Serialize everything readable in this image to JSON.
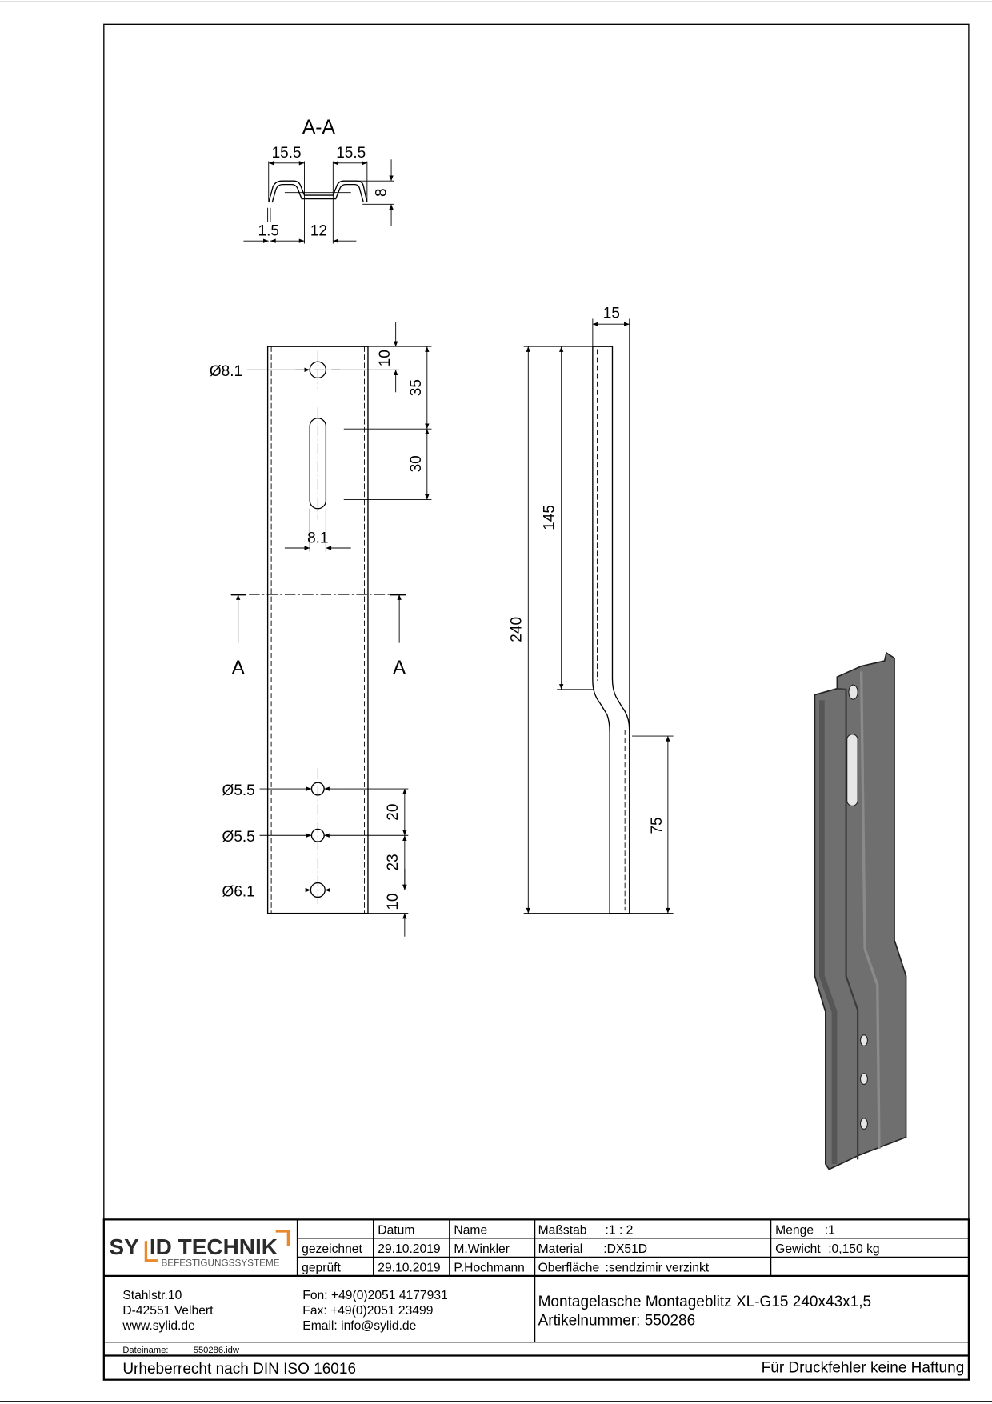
{
  "drawing": {
    "section_title": "A-A",
    "section_view": {
      "w_left": "15.5",
      "w_right": "15.5",
      "thickness": "1.5",
      "center_width": "12",
      "height": "8"
    },
    "front_view": {
      "hole_top": "Ø8.1",
      "dim_top_edge": "10",
      "dim_to_slot": "35",
      "dim_slot_len": "30",
      "slot_width": "8.1",
      "section_marker_left": "A",
      "section_marker_right": "A",
      "hole_1": "Ø5.5",
      "hole_2": "Ø5.5",
      "hole_3": "Ø6.1",
      "dim_h1_h2": "20",
      "dim_h2_h3": "23",
      "dim_bottom": "10"
    },
    "side_view": {
      "offset": "15",
      "upper_len": "145",
      "total_len": "240",
      "lower_len": "75"
    }
  },
  "title_block": {
    "logo": {
      "brand": "SYLID TECHNIK",
      "brand_left": "SY",
      "brand_right": "ID TECHNIK",
      "tagline": "BEFESTIGUNGSSYSTEME",
      "accent": "#e8892e"
    },
    "header": {
      "datum": "Datum",
      "name": "Name"
    },
    "rows": [
      {
        "label": "gezeichnet",
        "date": "29.10.2019",
        "name": "M.Winkler"
      },
      {
        "label": "geprüft",
        "date": "29.10.2019",
        "name": "P.Hochmann"
      }
    ],
    "props": {
      "scale_label": "Maßstab",
      "scale_value": ":1 : 2",
      "material_label": "Material",
      "material_value": ":DX51D",
      "surface_label": "Oberfläche",
      "surface_value": ":sendzimir verzinkt",
      "qty_label": "Menge",
      "qty_value": ":1",
      "weight_label": "Gewicht",
      "weight_value": ":0,150 kg"
    },
    "address": [
      "Stahlstr.10",
      "D-42551 Velbert",
      "www.sylid.de"
    ],
    "contact": [
      "Fon: +49(0)2051 4177931",
      "Fax: +49(0)2051 23499",
      "Email: info@sylid.de"
    ],
    "title_line1": "Montagelasche Montageblitz XL-G15 240x43x1,5",
    "title_line2": "Artikelnummer: 550286",
    "filename_label": "Dateiname:",
    "filename": "550286.idw",
    "copyright": "Urheberrecht nach DIN ISO 16016",
    "disclaimer": "Für Druckfehler keine Haftung"
  }
}
